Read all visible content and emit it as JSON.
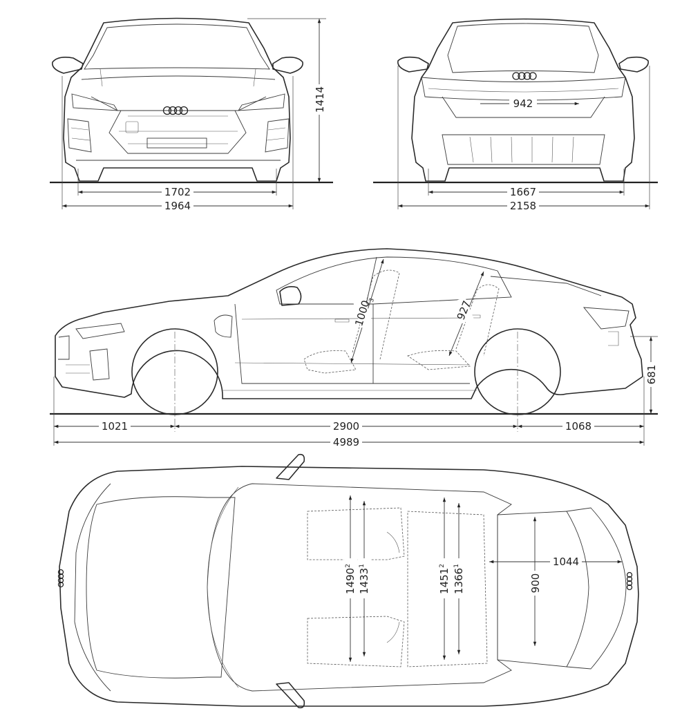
{
  "views": {
    "front": {
      "track_width": "1702",
      "overall_width": "1964",
      "overall_height": "1414"
    },
    "rear": {
      "tailgate_width": "942",
      "track_width": "1667",
      "width_with_mirrors": "2158"
    },
    "side": {
      "front_overhang": "1021",
      "wheelbase": "2900",
      "rear_overhang": "1068",
      "overall_length": "4989",
      "loading_sill_height": "681",
      "front_headroom": {
        "value": "1000",
        "note": "3"
      },
      "rear_headroom": "927"
    },
    "top": {
      "front_elbow_width": {
        "value": "1490",
        "note": "2"
      },
      "front_shoulder_width": {
        "value": "1433",
        "note": "1"
      },
      "rear_elbow_width": {
        "value": "1451",
        "note": "2"
      },
      "rear_shoulder_width": {
        "value": "1366",
        "note": "1"
      },
      "trunk_width": "900",
      "trunk_length": "1044"
    }
  },
  "colors": {
    "line": "#2a2a2a",
    "background": "#ffffff"
  }
}
